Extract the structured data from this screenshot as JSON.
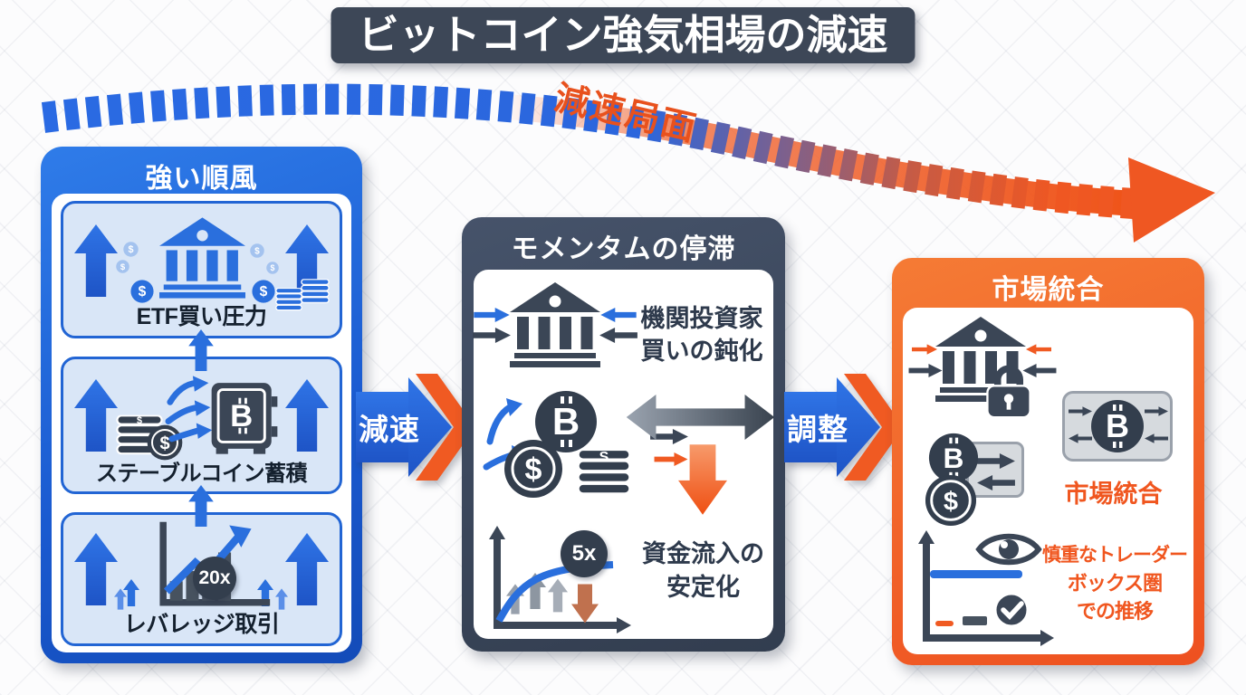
{
  "title": "ビットコイン強気相場の減速",
  "deceleration_curve_label": "減速局面",
  "flow_arrows": {
    "left_to_middle": "減速",
    "middle_to_right": "調整"
  },
  "left_panel": {
    "header": "強い順風",
    "etf_label": "ETF買い圧力",
    "stablecoin_label": "ステーブルコイン蓄積",
    "leverage_label": "レバレッジ取引",
    "leverage_badge": "20x"
  },
  "middle_panel": {
    "header": "モメンタムの停滞",
    "institutional_line1": "機関投資家",
    "institutional_line2": "買いの鈍化",
    "inflow_line1": "資金流入の",
    "inflow_line2": "安定化",
    "inflow_badge": "5x"
  },
  "right_panel": {
    "header": "市場統合",
    "consolidation_label": "市場統合",
    "trader_line1": "慎重なトレーダー",
    "trader_line2": "ボックス圏",
    "trader_line3": "での推移"
  },
  "icons_glyphs": {
    "dollar": "$",
    "bitcoin": "B",
    "s_coin": "S"
  },
  "colors": {
    "blue": "#2368dd",
    "dark_slate": "#3d4758",
    "orange": "#f05a22",
    "light_blue_bg": "#d9e6f7"
  }
}
